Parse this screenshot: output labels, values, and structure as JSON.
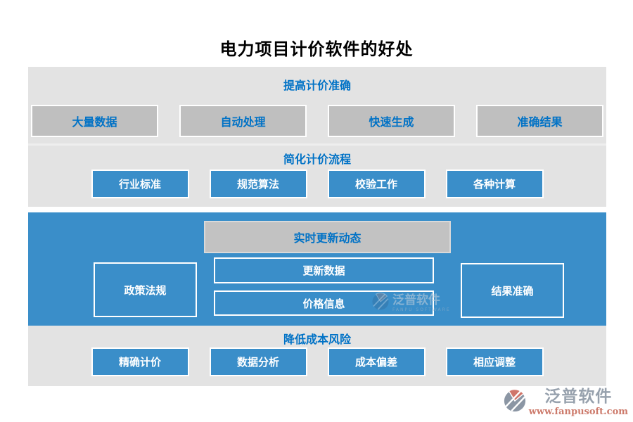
{
  "page": {
    "title": "电力项目计价软件的好处"
  },
  "sections": [
    {
      "header": "提高计价准确",
      "items": [
        "大量数据",
        "自动处理",
        "快速生成",
        "准确结果"
      ]
    },
    {
      "header": "简化计价流程",
      "items": [
        "行业标准",
        "规范算法",
        "校验工作",
        "各种计算"
      ]
    },
    {
      "header": "实时更新动态",
      "left_item": "政策法规",
      "middle_items": [
        "更新数据",
        "价格信息"
      ],
      "right_item": "结果准确"
    },
    {
      "header": "降低成本风险",
      "items": [
        "精确计价",
        "数据分析",
        "成本偏差",
        "相应调整"
      ]
    }
  ],
  "watermark": {
    "name": "泛普软件",
    "subtitle": "FANPU SOFTWARE"
  },
  "footer_logo": {
    "name": "泛普软件",
    "url": "www.fanpusoft.com"
  },
  "colors": {
    "accent_blue": "#3a8ec9",
    "header_text_blue": "#0072c6",
    "band_gray": "#e3e3e3",
    "button_gray": "#bfbfbf",
    "logo_gray": "#97a1ad",
    "logo_salmon": "#cd7b6c"
  }
}
